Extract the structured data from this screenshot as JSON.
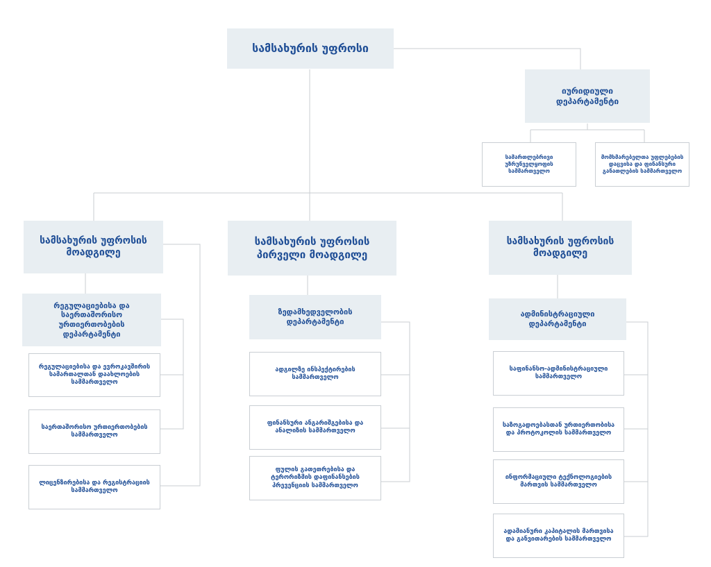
{
  "colors": {
    "text": "#1f4e96",
    "shaded_fill": "#e8eef2",
    "connector": "#c8cdd2",
    "border": "#c9ced3"
  },
  "head": "სამსახურის უფროსი",
  "legal": {
    "title": "იურიდიული დეპარტამენტი",
    "units": [
      "სამართლებრივი უზრუნველყოფის სამმართველო",
      "მომხმარებელთა უფლებების დაცვისა და ფინანსური განათლების სამმართველო"
    ]
  },
  "deputy_left": {
    "title": "სამსახურის უფროსის მოადგილე",
    "department": "რეგულაციებისა და საერთაშორისო ურთიერთობების დეპარტამენტი",
    "units": [
      "რეგულაციებისა და ევროკავშირის სამართალთან დაახლოების სამმართველო",
      "საერთაშორისო ურთიერთობების სამმართველო",
      "ლიცენზირებისა და რეგისტრაციის სამმართველო"
    ]
  },
  "deputy_first": {
    "title": "სამსახურის უფროსის პირველი მოადგილე",
    "department": "ზედამხედველობის დეპარტამენტი",
    "units": [
      "ადგილზე ინსპექტირების სამმართველო",
      "ფინანსური ანგარიშგებისა და ანალიზის სამმართველო",
      "ფულის გათეთრებისა და ტერორიზმის დაფინანსების პრევენციის სამმართველო"
    ]
  },
  "deputy_right": {
    "title": "სამსახურის უფროსის მოადგილე",
    "department": "ადმინისტრაციული დეპარტამენტი",
    "units": [
      "საფინანსო-ადმინისტრაციული სამმართველო",
      "საზოგადოებასთან ურთიერთობისა და პროტოკოლის სამმართველო",
      "ინფორმაციული ტექნოლოგიების მართვის სამმართველო",
      "ადამიანური კაპიტალის მართვისა და განვითარების სამმართველო"
    ]
  }
}
